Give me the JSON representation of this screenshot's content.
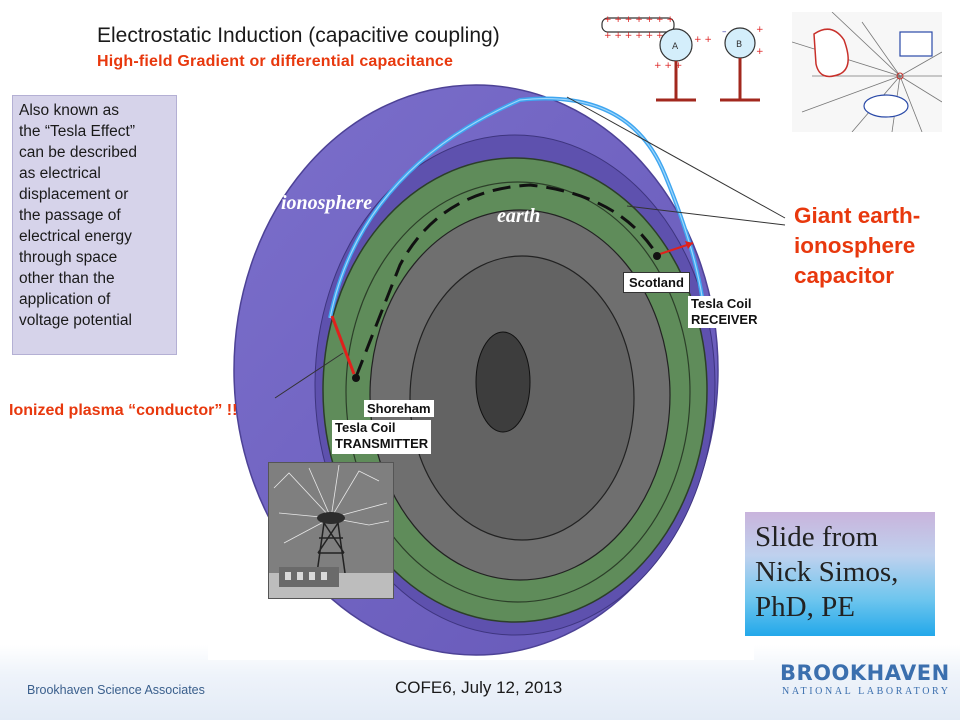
{
  "title": "Electrostatic Induction (capacitive coupling)",
  "subtitle": "High-field  Gradient or differential capacitance",
  "info_box": {
    "lines": [
      "Also known as",
      "the “Tesla Effect”",
      "can be described",
      "as electrical",
      "displacement or",
      "the passage of",
      "electrical energy",
      "through space",
      "other than the",
      "application of",
      "voltage potential"
    ]
  },
  "labels": {
    "ionosphere": "ionosphere",
    "earth": "earth",
    "giant_lines": [
      "Giant earth-",
      "ionosphere",
      "capacitor"
    ],
    "plasma": "Ionized plasma “conductor” !!",
    "scotland": "Scotland",
    "receiver_line1": "Tesla Coil",
    "receiver_line2": "RECEIVER",
    "shoreham": "Shoreham",
    "transmitter_line1": "Tesla Coil",
    "transmitter_line2": "TRANSMITTER"
  },
  "sphere_labels": {
    "a": "A",
    "b": "B"
  },
  "credit": [
    "Slide from",
    "Nick Simos,",
    "PhD, PE"
  ],
  "footer": {
    "left": "Brookhaven Science Associates",
    "center": "COFE6, July 12, 2013",
    "logo_word": "BROOKHAVEN",
    "logo_sub": "NATIONAL LABORATORY"
  },
  "colors": {
    "accent_red": "#e8380d",
    "ionosphere": "#7a6cc8",
    "earth_green": "#5f8c5a",
    "core_gray": "#6a6a6a",
    "brand_blue": "#3b6fae"
  }
}
